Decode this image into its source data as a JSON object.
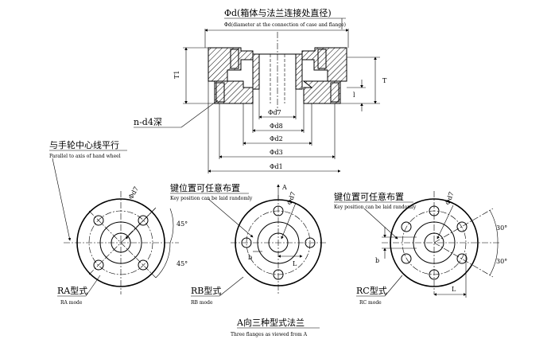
{
  "labels": {
    "top_title_cn": "Φd(箱体与法兰连接处直径)",
    "top_title_en": "Φd(diameter at the connection of case and flange)",
    "T1": "T1",
    "T": "T",
    "l": "l",
    "nd4": "n-d4深",
    "d7": "Φd7",
    "d8": "Φd8",
    "d2": "Φd2",
    "d3": "Φd3",
    "d1": "Φd1",
    "parallel_cn": "与手轮中心线平行",
    "parallel_en": "Parallel to axis of hand wheel",
    "key_cn_1": "键位置可任意布置",
    "key_en_1": "Key position can be laid randomly",
    "key_cn_2": "键位置可任意布置",
    "key_en_2": "Key position can be laid randomly",
    "A": "A",
    "angle_45_a": "45°",
    "angle_45_b": "45°",
    "angle_30_a": "30°",
    "angle_30_b": "30°",
    "d7_ra": "Φd7",
    "d7_rb": "Φd7",
    "d7_rc": "Φd7",
    "b_rb": "b",
    "b_rc": "b",
    "L_rb": "L",
    "L_rc": "L",
    "ra_cn": "RA型式",
    "ra_en": "RA mode",
    "rb_cn": "RB型式",
    "rb_en": "RB mode",
    "rc_cn": "RC型式",
    "rc_en": "RC mode",
    "bottom_cn": "A向三种型式法兰",
    "bottom_en": "Three flanges as  viewed from A"
  }
}
